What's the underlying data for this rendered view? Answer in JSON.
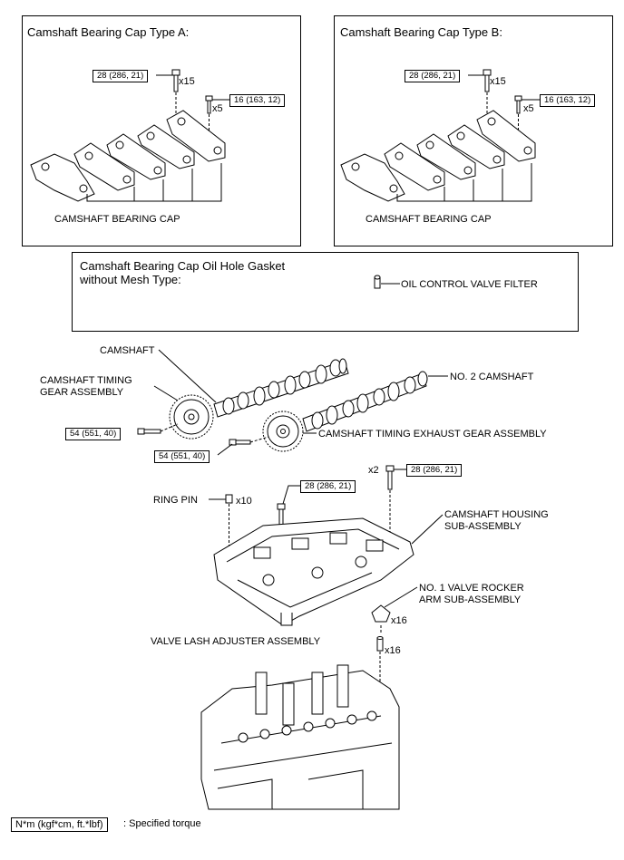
{
  "panel_a": {
    "title": "Camshaft Bearing Cap Type A:",
    "torque_bolt_large": "28 (286, 21)",
    "qty_large": "x15",
    "torque_bolt_small": "16 (163, 12)",
    "qty_small": "x5",
    "part_label": "CAMSHAFT BEARING CAP"
  },
  "panel_b": {
    "title": "Camshaft Bearing Cap Type B:",
    "torque_bolt_large": "28 (286, 21)",
    "qty_large": "x15",
    "torque_bolt_small": "16 (163, 12)",
    "qty_small": "x5",
    "part_label": "CAMSHAFT BEARING CAP"
  },
  "panel_gasket": {
    "title": "Camshaft Bearing Cap Oil Hole Gasket\nwithout Mesh Type:",
    "part_label": "OIL CONTROL VALVE FILTER"
  },
  "main": {
    "camshaft": "CAMSHAFT",
    "timing_gear": "CAMSHAFT TIMING\nGEAR ASSEMBLY",
    "no2_camshaft": "NO. 2 CAMSHAFT",
    "exhaust_gear": "CAMSHAFT TIMING EXHAUST GEAR ASSEMBLY",
    "torque_gear_intake": "54 (551, 40)",
    "torque_gear_exhaust": "54 (551, 40)",
    "qty_housing_bolt_right": "x2",
    "torque_housing_right": "28 (286, 21)",
    "torque_housing_center": "28 (286, 21)",
    "ring_pin": "RING PIN",
    "qty_ring_pin": "x10",
    "housing": "CAMSHAFT HOUSING\nSUB-ASSEMBLY",
    "rocker_arm": "NO. 1 VALVE ROCKER\nARM SUB-ASSEMBLY",
    "qty_rocker": "x16",
    "lash_adjuster": "VALVE LASH ADJUSTER ASSEMBLY",
    "qty_lash": "x16"
  },
  "legend": {
    "unit_box": "N*m (kgf*cm, ft.*lbf)",
    "description": ": Specified torque"
  }
}
